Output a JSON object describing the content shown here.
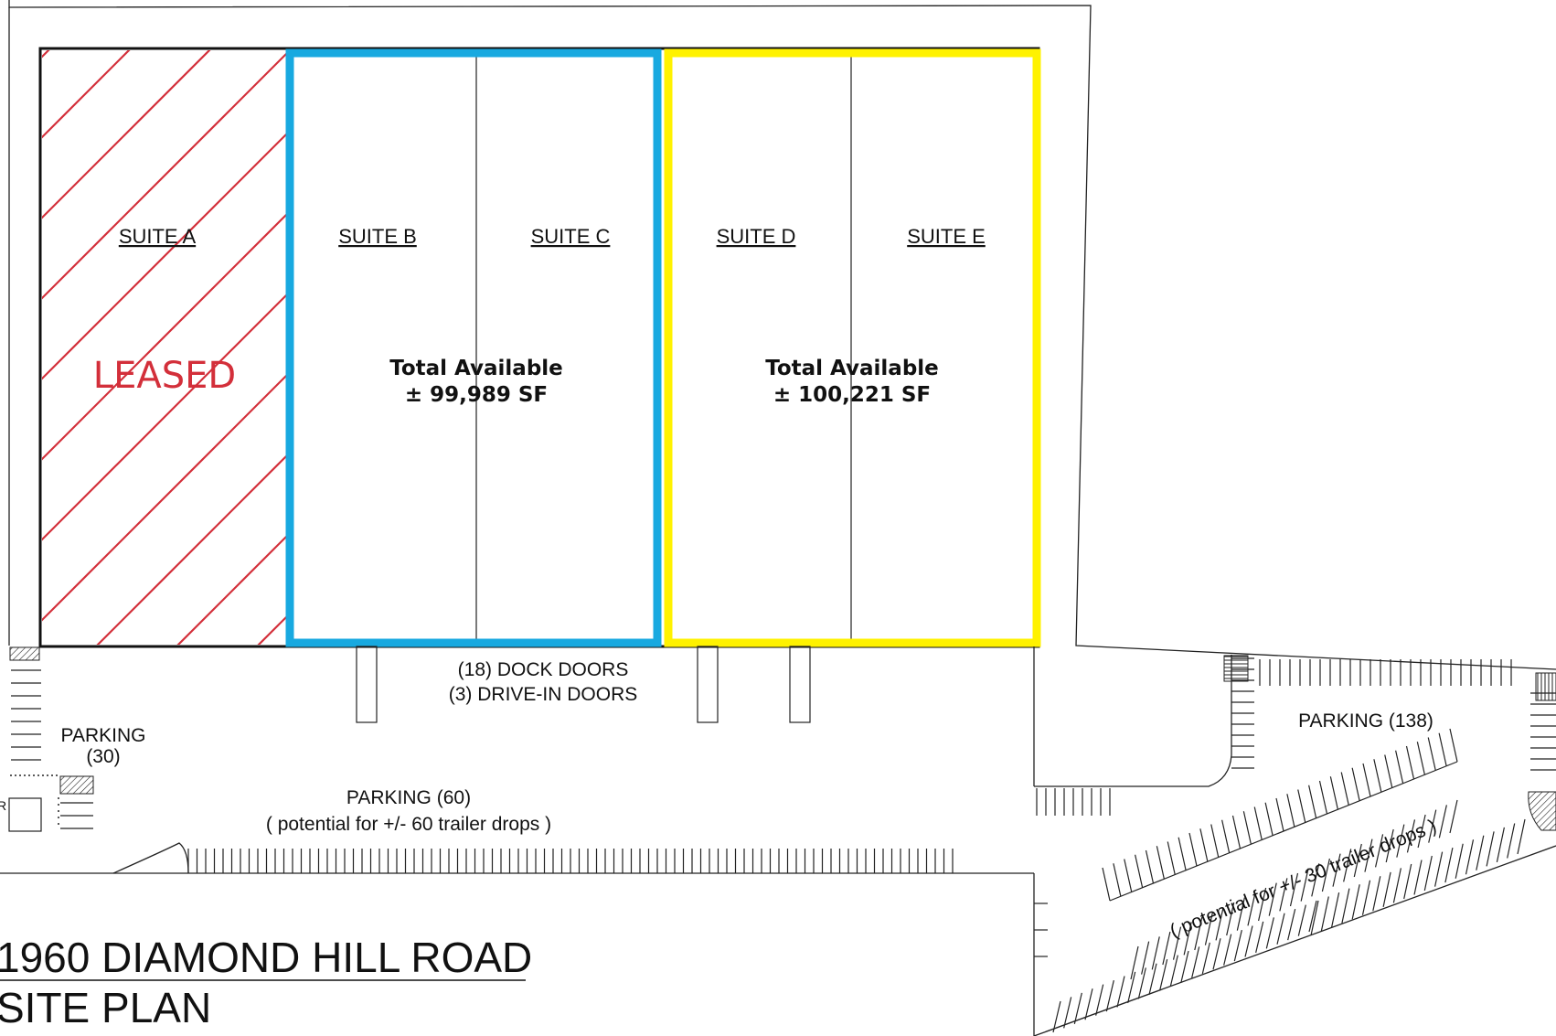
{
  "colors": {
    "leased_hatch": "#d32f3a",
    "group_bc_outline": "#18a9e0",
    "group_de_outline": "#fff200",
    "linework": "#222222"
  },
  "suites": {
    "a": "SUITE  A",
    "b": "SUITE  B",
    "c": "SUITE  C",
    "d": "SUITE  D",
    "e": "SUITE  E"
  },
  "leased": "LEASED",
  "group_bc": {
    "heading": "Total Available",
    "area": "± 99,989 SF"
  },
  "group_de": {
    "heading": "Total Available",
    "area": "± 100,221 SF"
  },
  "doors": {
    "dock": "(18) DOCK DOORS",
    "drive_in": "(3) DRIVE-IN DOORS"
  },
  "parking_west": {
    "label": "PARKING",
    "count": "(30)"
  },
  "parking_south": {
    "label": "PARKING  (60)",
    "note": "( potential for +/- 60 trailer drops )"
  },
  "parking_east": {
    "label": "PARKING  (138)",
    "note": "( potential for +/- 30 trailer drops )"
  },
  "title": {
    "address": "1960 DIAMOND HILL ROAD",
    "subtitle": "SITE PLAN"
  },
  "edge_fragment": "R"
}
